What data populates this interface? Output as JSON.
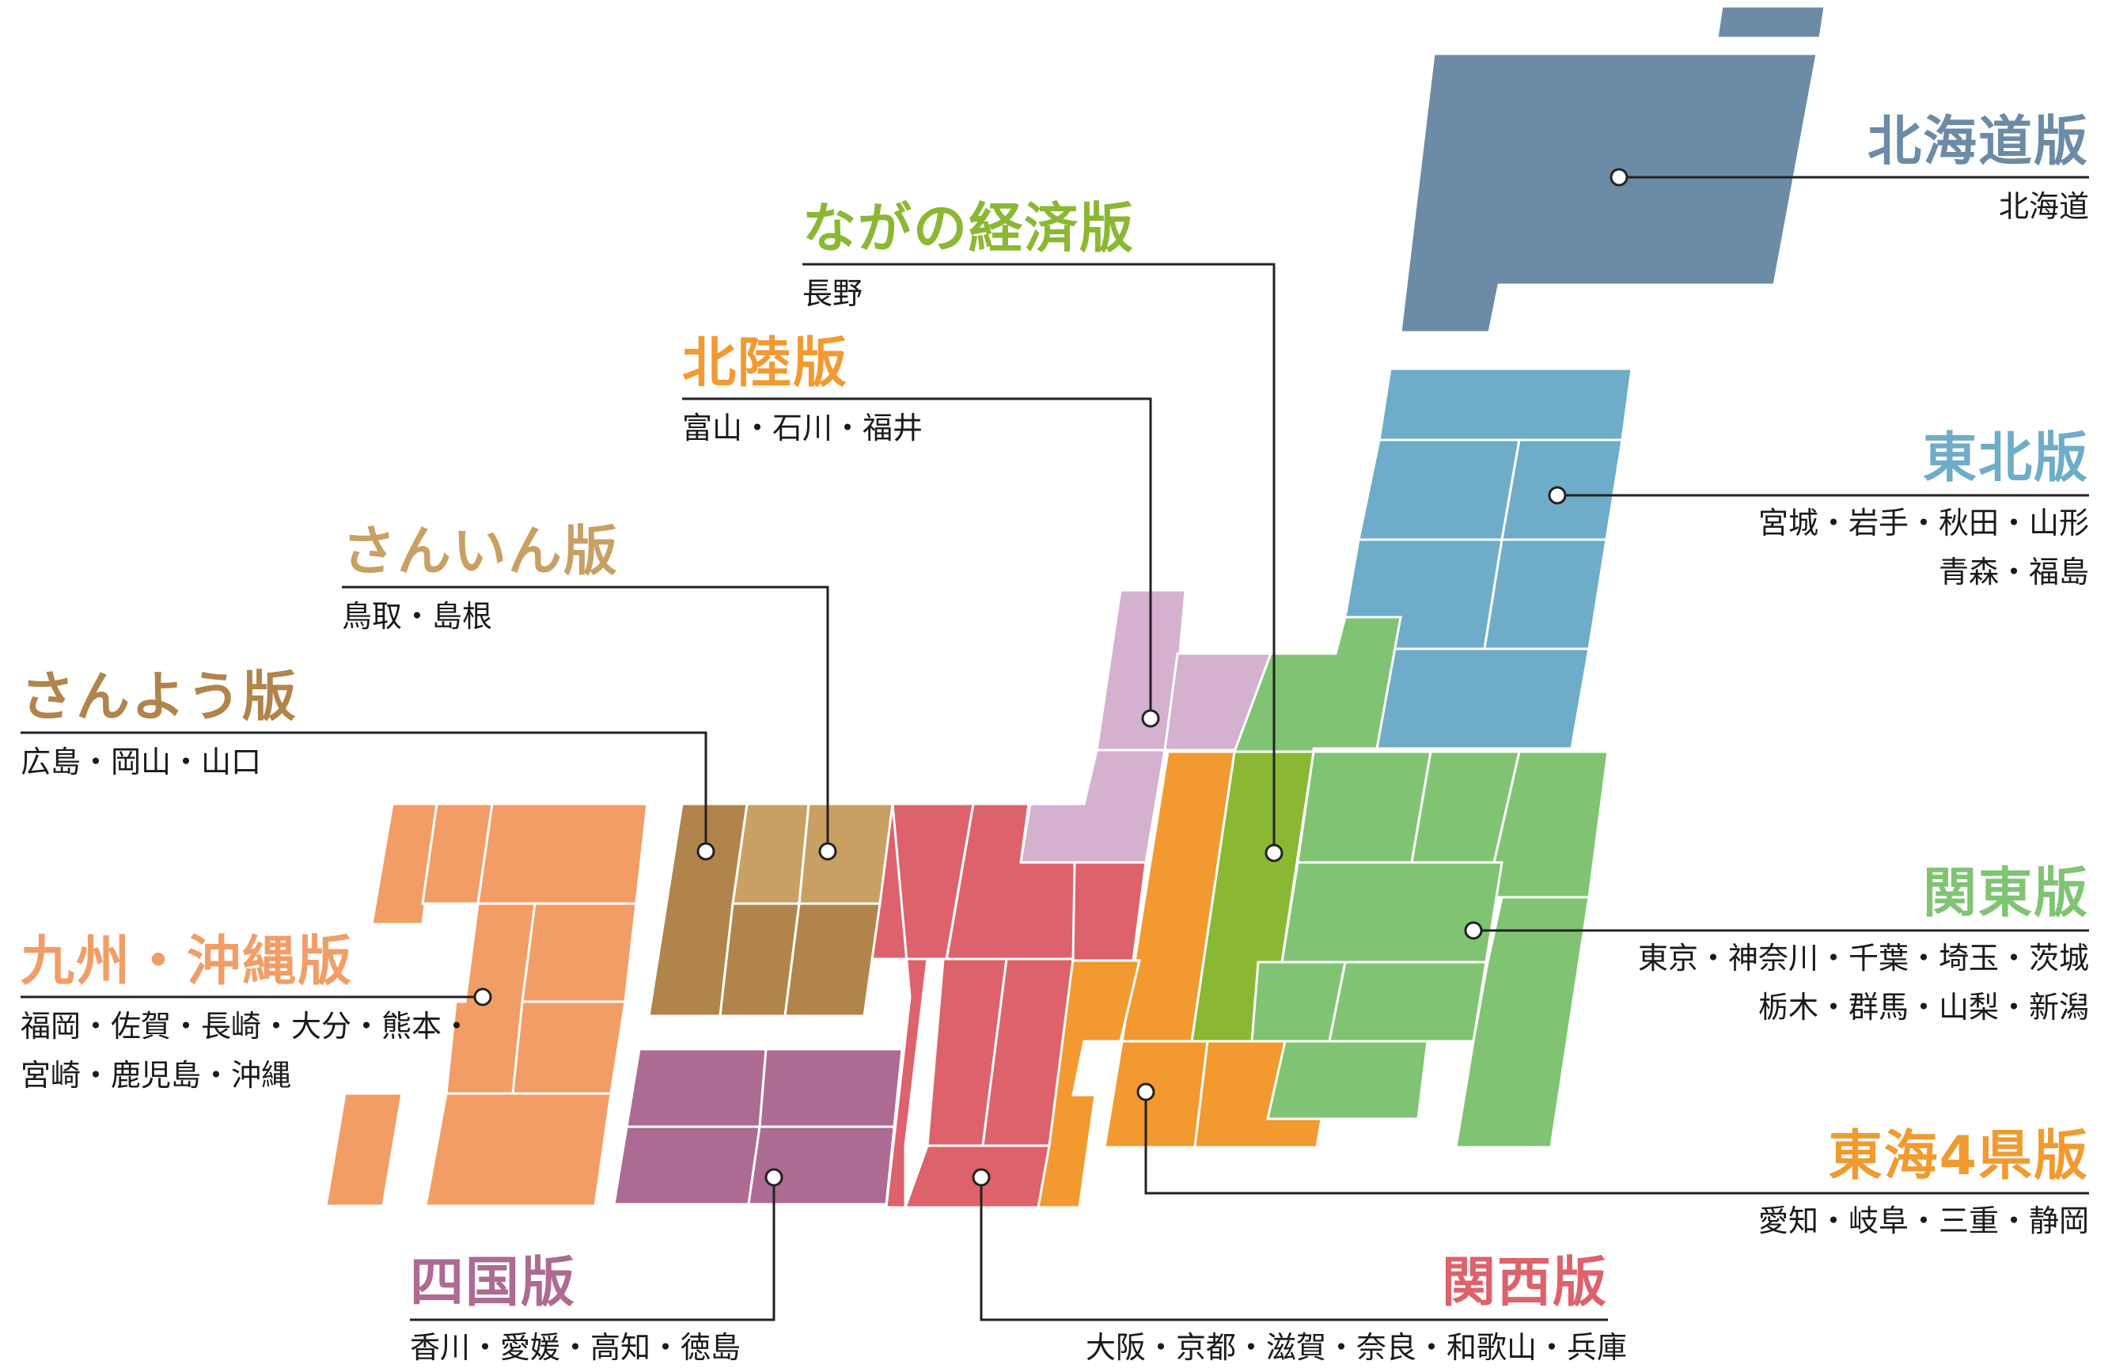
{
  "colors": {
    "hokkaido": "#6b8ba6",
    "tohoku": "#6eacc9",
    "kanto": "#80c473",
    "nagano": "#8ab833",
    "hokuriku": "#f29a2f",
    "tokai": "#f29a2f",
    "kansai": "#dd626b",
    "sanin": "#c9a064",
    "sanyo": "#b0844b",
    "kyushu": "#f29d66",
    "shikoku": "#ad6a92",
    "hokuriku_map": "#d3b1cf",
    "leader": "#222222"
  },
  "regions": [
    {
      "key": "hokkaido",
      "title": "北海道版",
      "lines": [
        "北海道"
      ],
      "color": "#6b8ba6"
    },
    {
      "key": "tohoku",
      "title": "東北版",
      "lines": [
        "宮城・岩手・秋田・山形",
        "青森・福島"
      ],
      "color": "#6eacc9"
    },
    {
      "key": "kanto",
      "title": "関東版",
      "lines": [
        "東京・神奈川・千葉・埼玉・茨城",
        "栃木・群馬・山梨・新潟"
      ],
      "color": "#80c473"
    },
    {
      "key": "tokai",
      "title": "東海4県版",
      "lines": [
        "愛知・岐阜・三重・静岡"
      ],
      "color": "#f29a2f"
    },
    {
      "key": "kansai",
      "title": "関西版",
      "lines": [
        "大阪・京都・滋賀・奈良・和歌山・兵庫"
      ],
      "color": "#dd626b"
    },
    {
      "key": "shikoku",
      "title": "四国版",
      "lines": [
        "香川・愛媛・高知・徳島"
      ],
      "color": "#ad6a92"
    },
    {
      "key": "kyushu",
      "title": "九州・沖縄版",
      "lines": [
        "福岡・佐賀・長崎・大分・熊本・",
        "宮崎・鹿児島・沖縄"
      ],
      "color": "#f29d66"
    },
    {
      "key": "sanyo",
      "title": "さんよう版",
      "lines": [
        "広島・岡山・山口"
      ],
      "color": "#b0844b"
    },
    {
      "key": "sanin",
      "title": "さんいん版",
      "lines": [
        "鳥取・島根"
      ],
      "color": "#c9a064"
    },
    {
      "key": "hokuriku",
      "title": "北陸版",
      "lines": [
        "富山・石川・福井"
      ],
      "color": "#f29a2f"
    },
    {
      "key": "nagano",
      "title": "ながの経済版",
      "lines": [
        "長野"
      ],
      "color": "#8ab833"
    }
  ]
}
